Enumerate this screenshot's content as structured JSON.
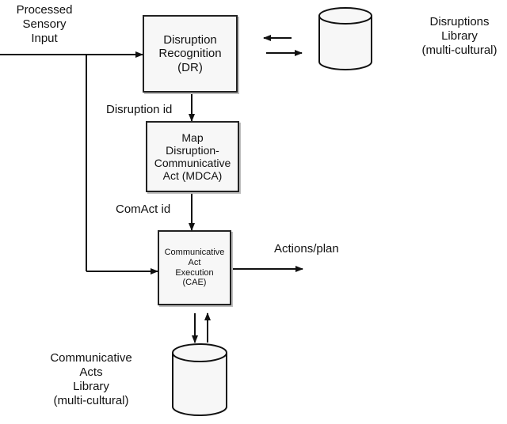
{
  "input": {
    "lines": [
      "Processed",
      "Sensory",
      "Input"
    ]
  },
  "dr": {
    "lines": [
      "Disruption",
      "Recognition",
      "(DR)"
    ]
  },
  "disruptions_library": {
    "lines": [
      "Disruptions",
      "Library",
      "(multi-cultural)"
    ]
  },
  "disruption_id": "Disruption id",
  "mdca": {
    "lines": [
      "Map",
      "Disruption-",
      "Communicative",
      "Act (MDCA)"
    ]
  },
  "comact_id": "ComAct id",
  "cae": {
    "lines": [
      "Communicative",
      "Act",
      "Execution",
      "(CAE)"
    ]
  },
  "actions": "Actions/plan",
  "acts_library": {
    "lines": [
      "Communicative",
      "Acts",
      "Library",
      "(multi-cultural)"
    ]
  },
  "colors": {
    "stroke": "#222222",
    "box_fill": "#f7f7f7",
    "shadow": "#bdbdbd"
  }
}
